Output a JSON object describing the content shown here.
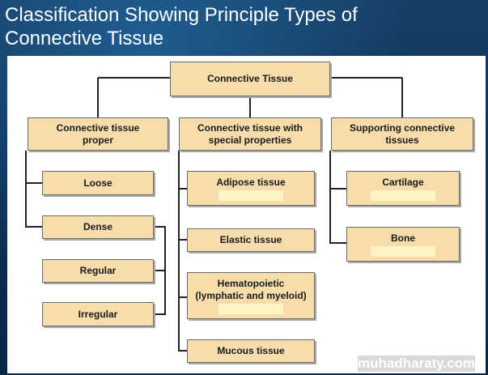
{
  "title": {
    "line1": "Classification Showing Principle Types of",
    "line2": "Connective Tissue"
  },
  "diagram": {
    "root": "Connective Tissue",
    "categories": {
      "proper": "Connective tissue proper",
      "special": "Connective tissue with special properties",
      "supporting": "Supporting connective tissues"
    },
    "proper_items": {
      "loose": "Loose",
      "dense": "Dense",
      "regular": "Regular",
      "irregular": "Irregular"
    },
    "special_items": {
      "adipose": "Adipose tissue",
      "elastic": "Elastic tissue",
      "hematopoietic_line1": "Hematopoietic",
      "hematopoietic_line2": "(lymphatic and myeloid)",
      "mucous": "Mucous tissue"
    },
    "supporting_items": {
      "cartilage": "Cartilage",
      "bone": "Bone"
    }
  },
  "watermark": "muhadharaty.com"
}
